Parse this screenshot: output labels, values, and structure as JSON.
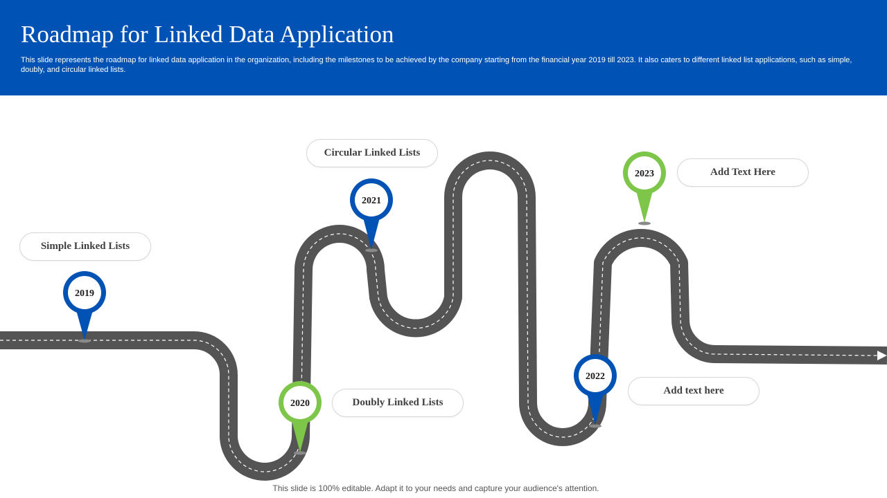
{
  "header": {
    "title": "Roadmap for Linked Data Application",
    "subtitle": "This slide represents the roadmap for linked data application in the organization, including the milestones to be achieved by the company starting from the financial year 2019 till 2023. It also caters to different linked list applications, such as simple, doubly, and circular linked lists."
  },
  "colors": {
    "header_bg": "#0052b4",
    "road": "#545454",
    "marker_blue": "#0052b4",
    "marker_green": "#7ec64a"
  },
  "milestones": [
    {
      "year": "2019",
      "label": "Simple Linked Lists",
      "color": "blue"
    },
    {
      "year": "2020",
      "label": "Doubly Linked Lists",
      "color": "green"
    },
    {
      "year": "2021",
      "label": "Circular  Linked Lists",
      "color": "blue"
    },
    {
      "year": "2022",
      "label": "Add text here",
      "color": "blue"
    },
    {
      "year": "2023",
      "label": "Add Text Here",
      "color": "green"
    }
  ],
  "icons": [
    "map-pin-icon",
    "arrow-right-icon"
  ],
  "footer": "This slide is 100% editable. Adapt it to your needs and capture your audience's attention."
}
